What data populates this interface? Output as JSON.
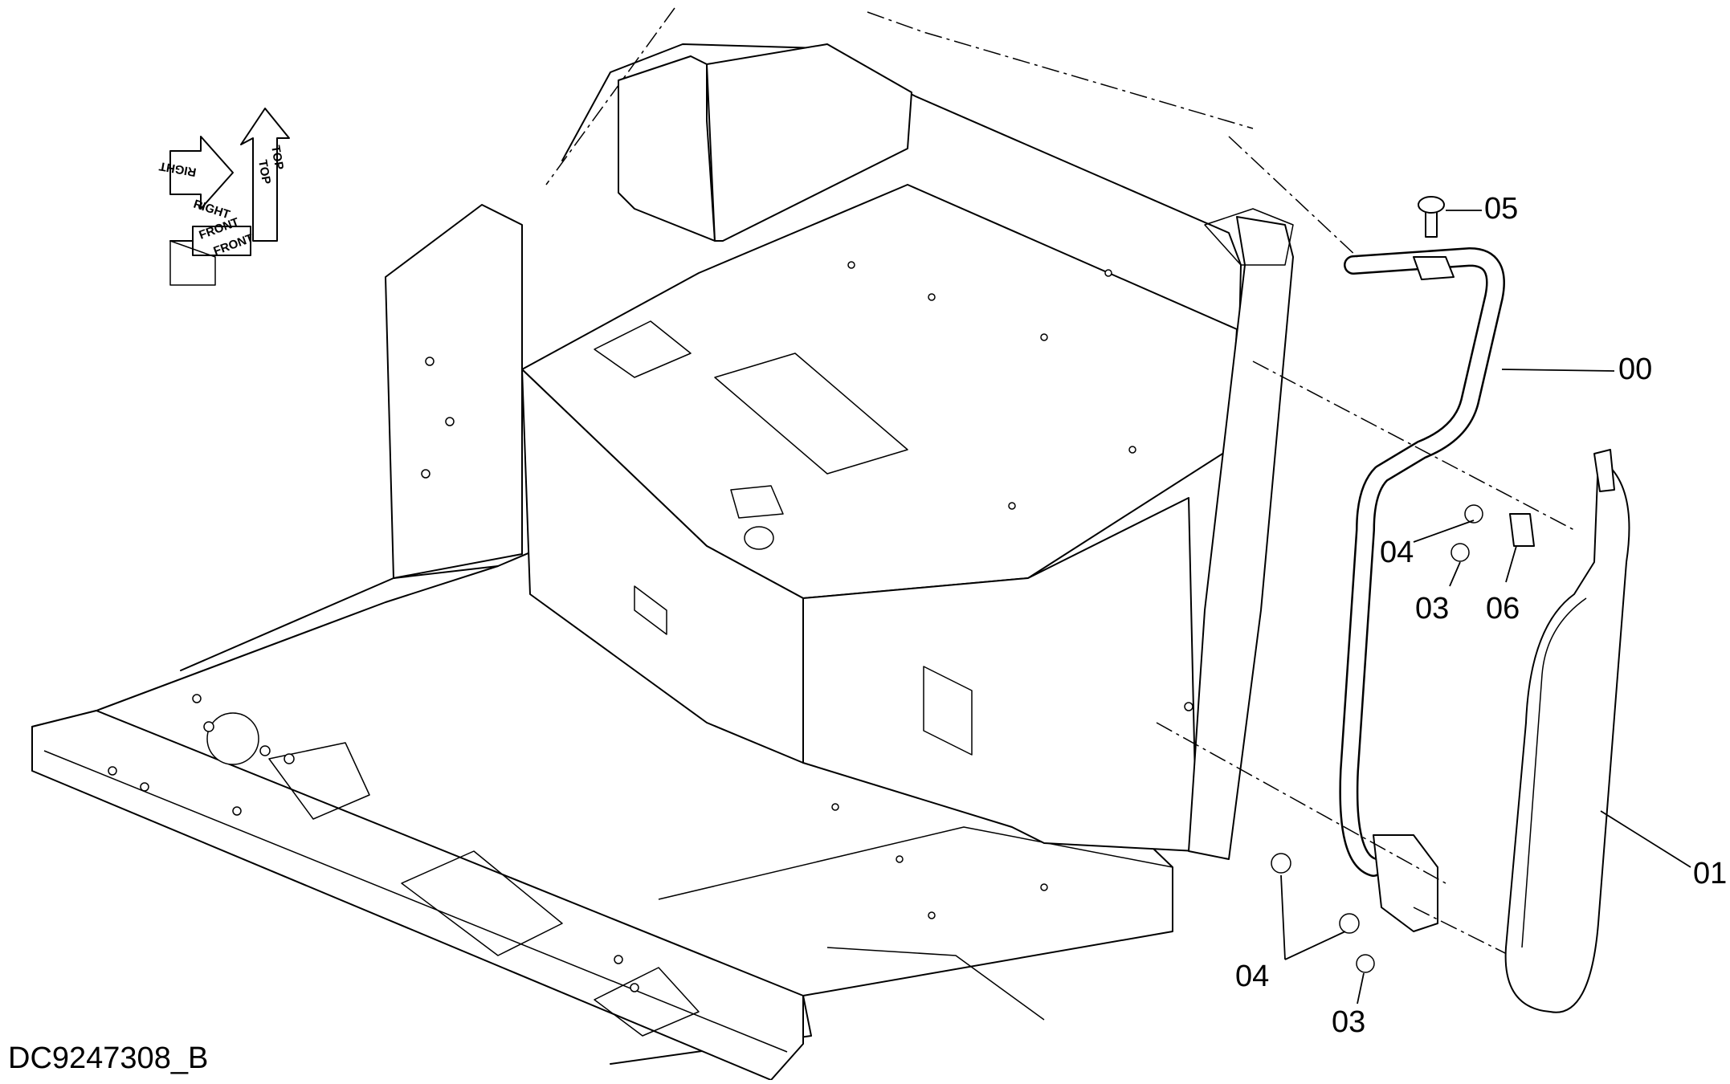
{
  "diagram": {
    "reference_code": "DC9247308_B",
    "orientation_labels": [
      "TOP",
      "TOP",
      "RIGHT",
      "RIGHT",
      "FRONT",
      "FRONT"
    ],
    "callouts": [
      {
        "id": "callout-00",
        "label": "00"
      },
      {
        "id": "callout-01",
        "label": "01"
      },
      {
        "id": "callout-03-upper",
        "label": "03"
      },
      {
        "id": "callout-03-lower",
        "label": "03"
      },
      {
        "id": "callout-04-upper",
        "label": "04"
      },
      {
        "id": "callout-04-lower",
        "label": "04"
      },
      {
        "id": "callout-05",
        "label": "05"
      },
      {
        "id": "callout-06",
        "label": "06"
      }
    ],
    "colors": {
      "line": "#000000",
      "background": "#ffffff"
    }
  }
}
